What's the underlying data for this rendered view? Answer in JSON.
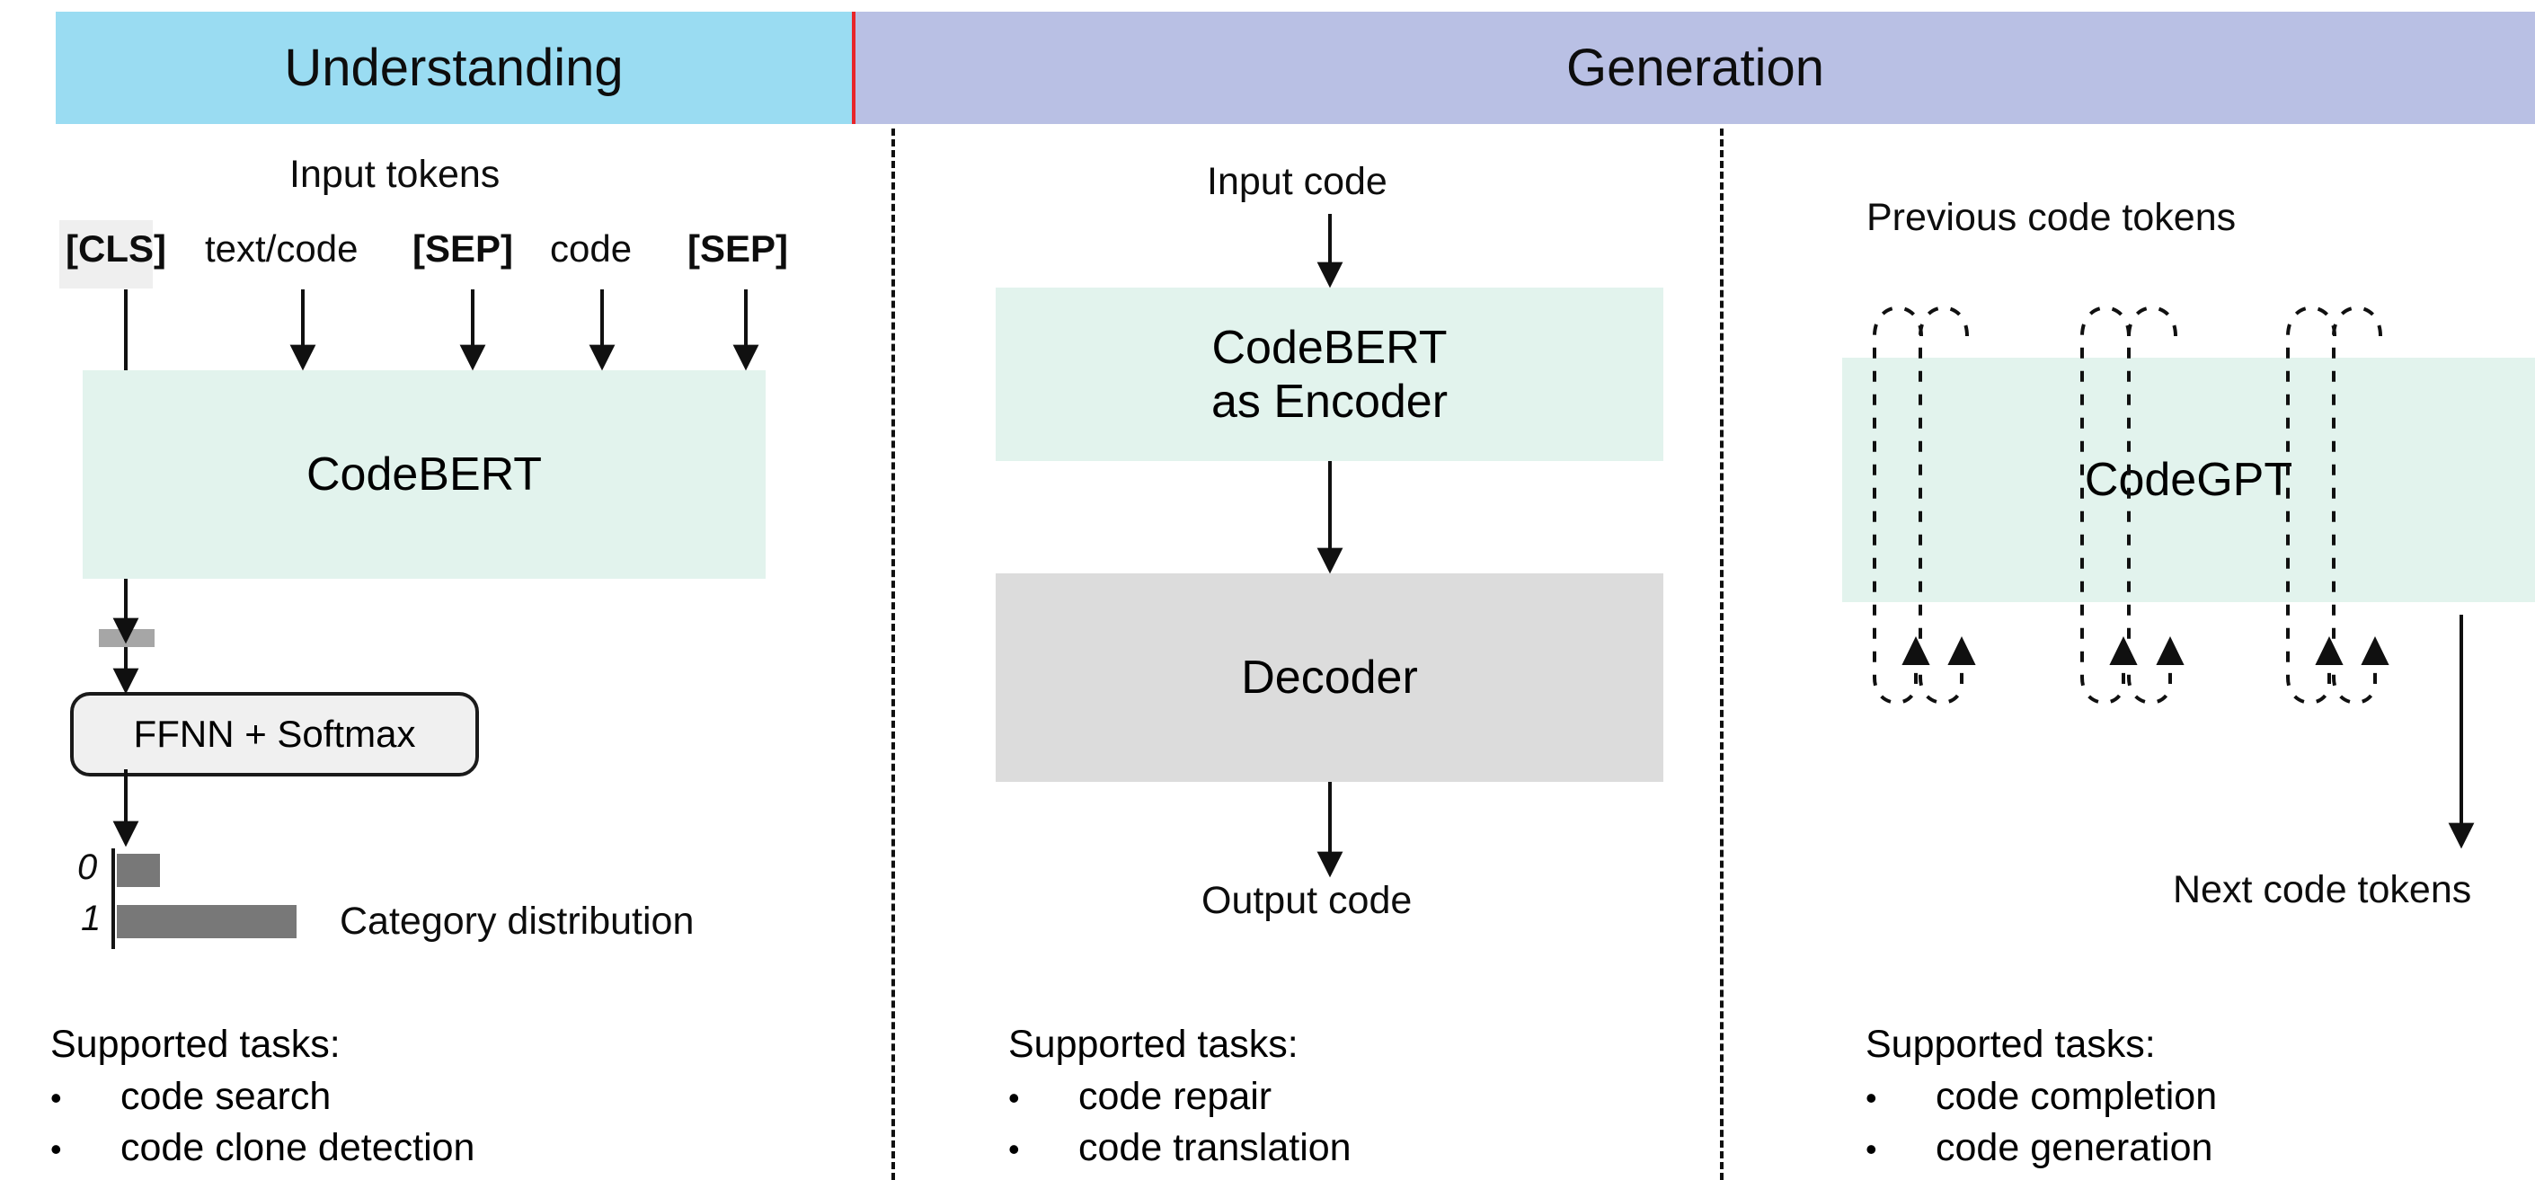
{
  "header": {
    "left_banner": "Understanding",
    "right_banner": "Generation",
    "left_banner_color": "#9adcf2",
    "right_banner_color": "#b9c0e4",
    "divider_color": "#e8252a"
  },
  "colors": {
    "model_mint": "#e2f3ed",
    "decoder_grey": "#dcdcdc",
    "bar_grey": "#787878",
    "embedding_grey": "#a6a6a6",
    "cls_highlight": "#efefef",
    "ffnn_fill": "#f0f0f0"
  },
  "understanding": {
    "input_label": "Input tokens",
    "tokens": [
      {
        "text": "[CLS]",
        "bold": true,
        "highlighted": true
      },
      {
        "text": "text/code",
        "bold": false,
        "highlighted": false
      },
      {
        "text": "[SEP]",
        "bold": true,
        "highlighted": false
      },
      {
        "text": "code",
        "bold": false,
        "highlighted": false
      },
      {
        "text": "[SEP]",
        "bold": true,
        "highlighted": false
      }
    ],
    "model_box": "CodeBERT",
    "classifier_box": "FFNN + Softmax",
    "distribution": {
      "caption": "Category distribution",
      "labels": [
        "0",
        "1"
      ],
      "values": [
        0.24,
        1.0
      ]
    },
    "tasks": {
      "title": "Supported tasks:",
      "bullet": "•",
      "items": [
        "code search",
        "code clone detection"
      ]
    }
  },
  "generation_encdec": {
    "input_label": "Input code",
    "encoder_box_line1": "CodeBERT",
    "encoder_box_line2": "as Encoder",
    "decoder_box": "Decoder",
    "output_label": "Output code",
    "tasks": {
      "title": "Supported tasks:",
      "bullet": "•",
      "items": [
        "code repair",
        "code translation"
      ]
    }
  },
  "generation_gpt": {
    "input_label": "Previous code tokens",
    "model_box": "CodeGPT",
    "output_label": "Next code tokens",
    "recurrence_loop_count": 6,
    "tasks": {
      "title": "Supported tasks:",
      "bullet": "•",
      "items": [
        "code completion",
        "code generation"
      ]
    }
  },
  "chart_data": {
    "type": "bar",
    "title": "Category distribution",
    "orientation": "horizontal",
    "categories": [
      "0",
      "1"
    ],
    "values": [
      0.24,
      1.0
    ],
    "xlabel": "",
    "ylabel": "",
    "grid": false,
    "legend": "none"
  }
}
